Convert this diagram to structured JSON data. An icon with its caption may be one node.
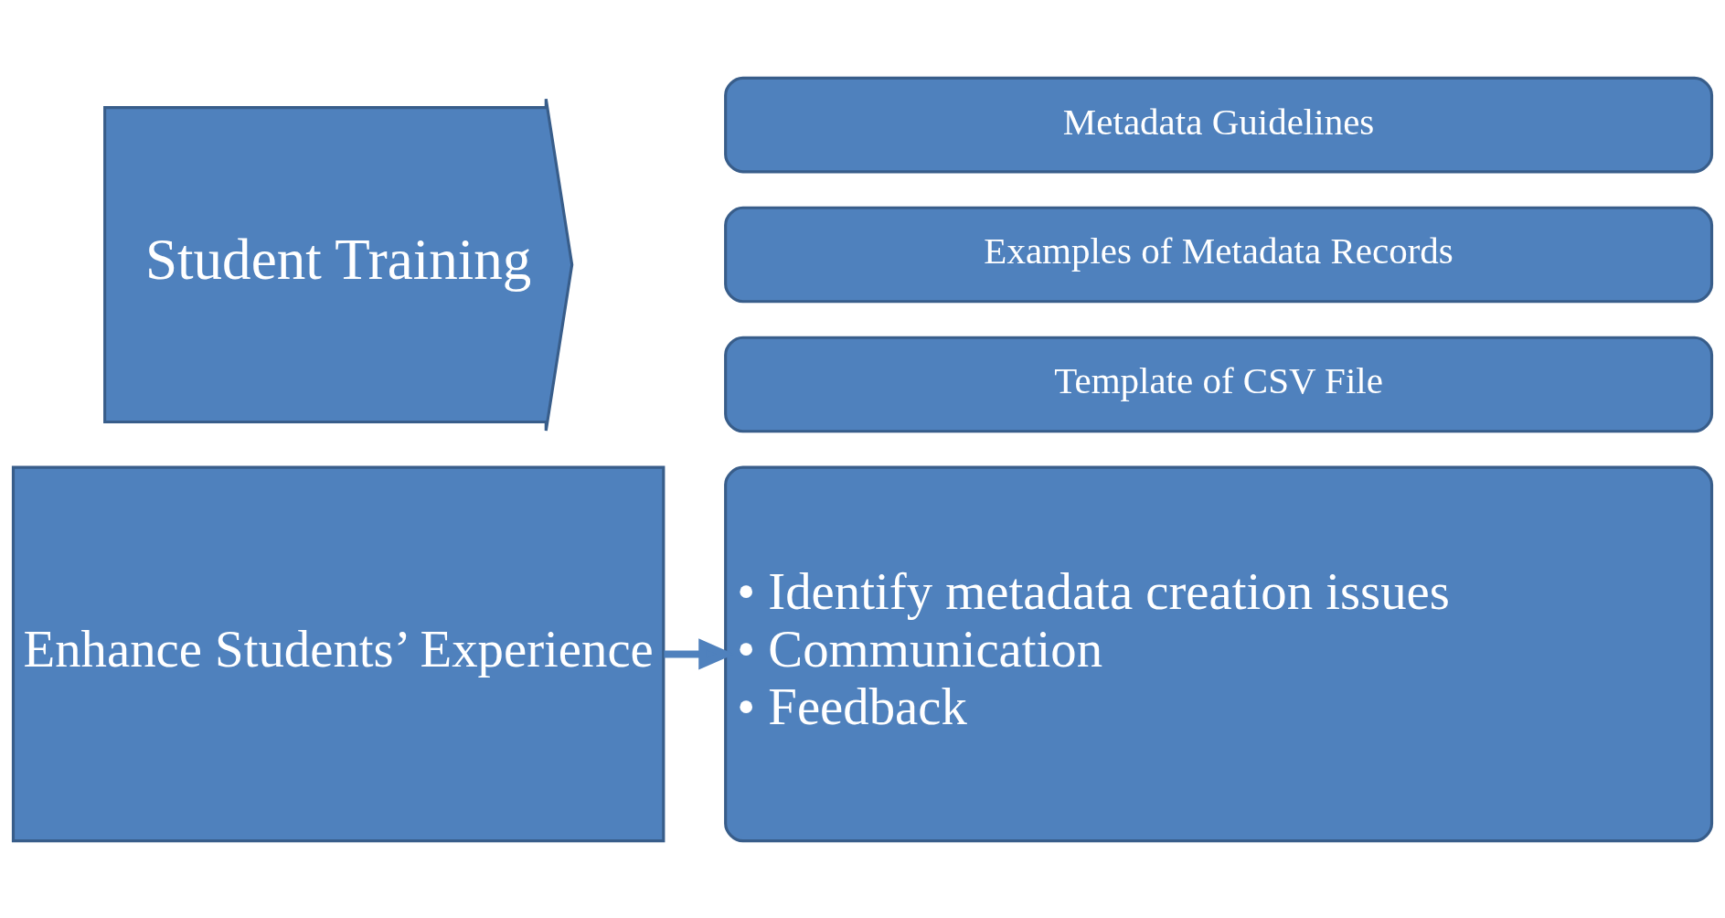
{
  "diagram": {
    "nodes": [
      {
        "text": [
          "Student Training"
        ]
      },
      {
        "text": [
          "Metadata Guidelines"
        ]
      },
      {
        "text": [
          "Examples of Metadata Records"
        ]
      },
      {
        "text": [
          "Template of CSV File"
        ]
      },
      {
        "text": [
          "Enhance Students’ Experience"
        ]
      },
      {
        "text": [
          "• Identify metadata creation issues",
          "• Communication",
          "• Feedback"
        ]
      }
    ],
    "edges": [
      {
        "from": 4,
        "to": 5,
        "arrow": "to"
      }
    ]
  }
}
